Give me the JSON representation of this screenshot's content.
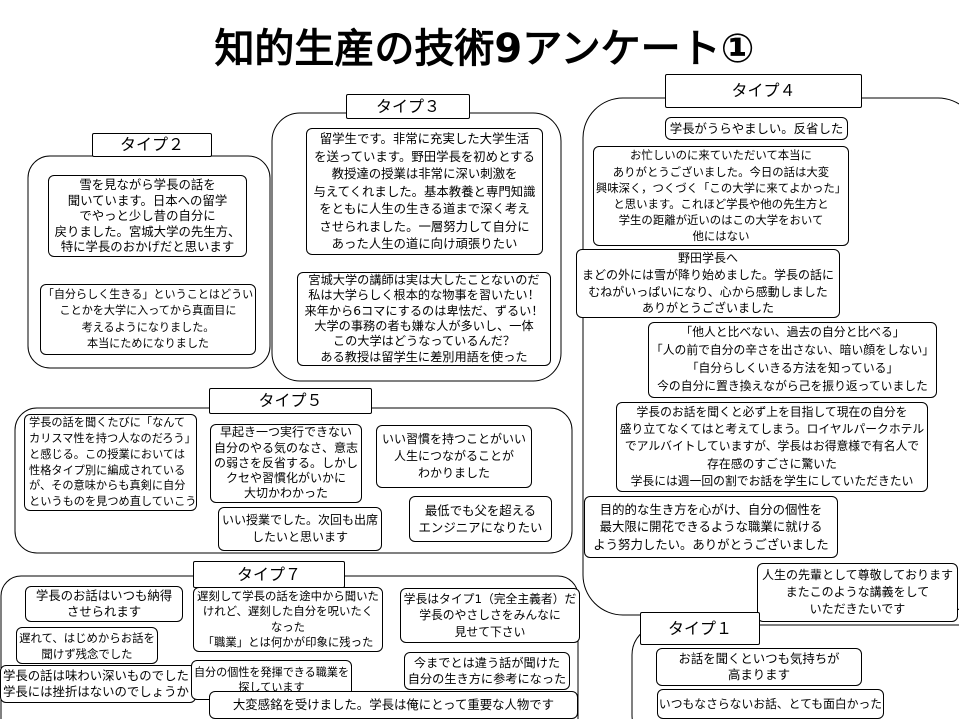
{
  "title": "知的生産の技術9アンケート①",
  "groups": {
    "type2": {
      "label": "タイプ２",
      "comments": [
        "雪を見ながら学長の話を\n聞いています。日本への留学\nでやっと少し昔の自分に\n戻りました。宮城大学の先生方、\n特に学長のおかげだと思います",
        "「自分らしく生きる」ということはどうい\nことかを大学に入ってから真面目に\n考えるようになりました。\n本当にためになりました"
      ]
    },
    "type3": {
      "label": "タイプ３",
      "comments": [
        "留学生です。非常に充実した大学生活\nを送っています。野田学長を初めとする\n教授達の授業は非常に深い刺激を\n与えてくれました。基本教養と専門知識\nをともに人生の生きる道まで深く考え\nさせられました。一層努力して自分に\nあった人生の道に向け頑張りたい",
        "宮城大学の講師は実は大したことないのだ\n私は大学らしく根本的な物事を習いたい！\n来年から6コマにするのは卑怯だ、ずるい！\n大学の事務の者も嫌な人が多いし、一体\nこの大学はどうなっているんだ？\nある教授は留学生に差別用語を使った"
      ]
    },
    "type4": {
      "label": "タイプ４",
      "comments": [
        "学長がうらやましい。反省した",
        "お忙しいのに来ていただいて本当に\nありがとうございました。今日の話は大変\n興味深く，つくづく「この大学に来てよかった」\nと思います。これほど学長や他の先生方と\n学生の距離が近いのはこの大学をおいて\n他にはない",
        "野田学長へ\nまどの外には雪が降り始めました。学長の話に\nむねがいっぱいになり、心から感動しました\nありがとうございました",
        "「他人と比べない、過去の自分と比べる」\n「人の前で自分の辛さを出さない、暗い顔をしない」\n「自分らしくいきる方法を知っている」\n今の自分に置き換えながら己を振り返っていました",
        "学長のお話を聞くと必ず上を目指して現在の自分を\n盛り立てなくてはと考えてしまう。ロイヤルパークホテル\nでアルバイトしていますが、学長はお得意様で有名人で\n存在感のすごさに驚いた\n学長には週一回の割でお話を学生にしていただきたい",
        "目的的な生き方を心がけ、自分の個性を\n最大限に開花できるような職業に就ける\nよう努力したい。ありがとうございました",
        "人生の先輩として尊敬しております\nまたこのような講義をして\nいただきたいです"
      ]
    },
    "type5": {
      "label": "タイプ５",
      "comments": [
        "学長の話を聞くたびに「なんて\nカリスマ性を持つ人なのだろう」\nと感じる。この授業においては\n性格タイプ別に編成されている\nが、その意味からも真剣に自分\nというものを見つめ直していこう",
        "早起き一つ実行できない\n自分のやる気のなさ、意志\nの弱さを反省する。しかし\nクセや習慣化がいかに\n大切かわかった",
        "いい習慣を持つことがいい\n人生につながることが\nわかりました",
        "いい授業でした。次回も出席\nしたいと思います",
        "最低でも父を超える\nエンジニアになりたい"
      ]
    },
    "type7": {
      "label": "タイプ７",
      "comments": [
        "学長のお話はいつも納得\nさせられます",
        "遅れて、はじめからお話を\n聞けず残念でした",
        "学長の話は味わい深いものでした\n学長には挫折はないのでしょうか",
        "遅刻して学長の話を途中から聞いた\nけれど、遅刻した自分を呪いたく\nなった\n「職業」とは何かが印象に残った",
        "自分の個性を発揮できる職業を\n探しています",
        "大変感銘を受けました。学長は俺にとって重要な人物です",
        "学長はタイプ1（完全主義者）だ\n学長のやさしさをみんなに\n見せて下さい",
        "今までとは違う話が聞けた\n自分の生き方に参考になった"
      ]
    },
    "type1": {
      "label": "タイプ１",
      "comments": [
        "お話を聞くといつも気持ちが\n高まります",
        "いつもなさらないお話、とても面白かった"
      ]
    }
  }
}
